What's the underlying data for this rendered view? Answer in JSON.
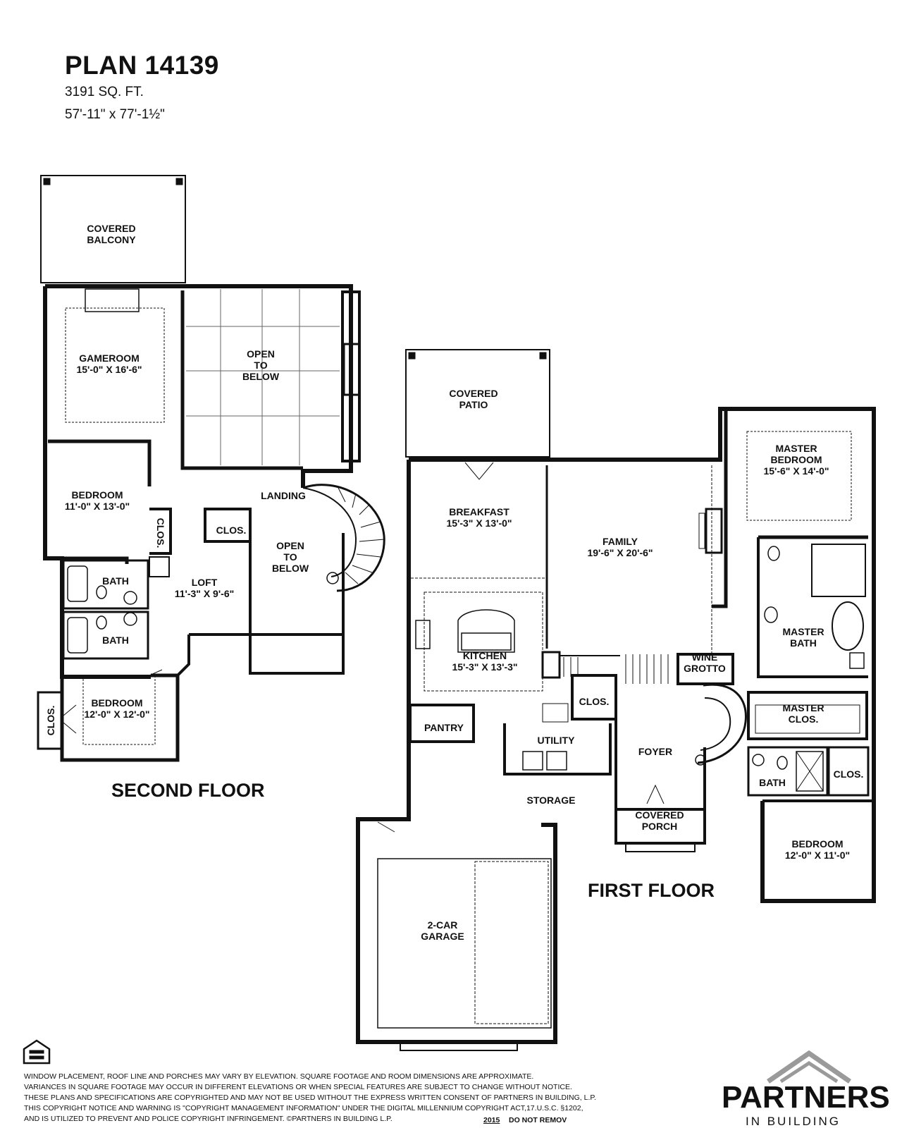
{
  "header": {
    "plan_title": "PLAN 14139",
    "square_feet": "3191 SQ. FT.",
    "dimensions": "57'-11\" x 77'-1½\""
  },
  "second_floor": {
    "label": "SECOND FLOOR",
    "rooms": [
      {
        "id": "covered-balcony",
        "lines": [
          "COVERED",
          "BALCONY"
        ]
      },
      {
        "id": "gameroom",
        "lines": [
          "GAMEROOM",
          "15'-0\" X 16'-6\""
        ]
      },
      {
        "id": "open-to-below-1",
        "lines": [
          "OPEN",
          "TO",
          "BELOW"
        ]
      },
      {
        "id": "bedroom-2f-1",
        "lines": [
          "BEDROOM",
          "11'-0\" X 13'-0\""
        ]
      },
      {
        "id": "landing",
        "lines": [
          "LANDING"
        ]
      },
      {
        "id": "clos-2f-1",
        "lines": [
          "CLOS."
        ]
      },
      {
        "id": "clos-2f-2",
        "lines": [
          "CLOS."
        ]
      },
      {
        "id": "open-to-below-2",
        "lines": [
          "OPEN",
          "TO",
          "BELOW"
        ]
      },
      {
        "id": "bath-2f-1",
        "lines": [
          "BATH"
        ]
      },
      {
        "id": "loft",
        "lines": [
          "LOFT",
          "11'-3\" X 9'-6\""
        ]
      },
      {
        "id": "bath-2f-2",
        "lines": [
          "BATH"
        ]
      },
      {
        "id": "bedroom-2f-2",
        "lines": [
          "BEDROOM",
          "12'-0\" X 12'-0\""
        ]
      },
      {
        "id": "clos-2f-3",
        "lines": [
          "CLOS."
        ]
      }
    ]
  },
  "first_floor": {
    "label": "FIRST FLOOR",
    "rooms": [
      {
        "id": "covered-patio",
        "lines": [
          "COVERED",
          "PATIO"
        ]
      },
      {
        "id": "master-bedroom",
        "lines": [
          "MASTER",
          "BEDROOM",
          "15'-6\" X 14'-0\""
        ]
      },
      {
        "id": "breakfast",
        "lines": [
          "BREAKFAST",
          "15'-3\" X 13'-0\""
        ]
      },
      {
        "id": "family",
        "lines": [
          "FAMILY",
          "19'-6\" X 20'-6\""
        ]
      },
      {
        "id": "master-bath",
        "lines": [
          "MASTER",
          "BATH"
        ]
      },
      {
        "id": "kitchen",
        "lines": [
          "KITCHEN",
          "15'-3\" X 13'-3\""
        ]
      },
      {
        "id": "wine-grotto",
        "lines": [
          "WINE",
          "GROTTO"
        ]
      },
      {
        "id": "clos-1f-1",
        "lines": [
          "CLOS."
        ]
      },
      {
        "id": "master-clos",
        "lines": [
          "MASTER",
          "CLOS."
        ]
      },
      {
        "id": "pantry",
        "lines": [
          "PANTRY"
        ]
      },
      {
        "id": "utility",
        "lines": [
          "UTILITY"
        ]
      },
      {
        "id": "foyer",
        "lines": [
          "FOYER"
        ]
      },
      {
        "id": "bath-1f",
        "lines": [
          "BATH"
        ]
      },
      {
        "id": "clos-1f-2",
        "lines": [
          "CLOS."
        ]
      },
      {
        "id": "storage",
        "lines": [
          "STORAGE"
        ]
      },
      {
        "id": "covered-porch",
        "lines": [
          "COVERED",
          "PORCH"
        ]
      },
      {
        "id": "bedroom-1f",
        "lines": [
          "BEDROOM",
          "12'-0\" X 11'-0\""
        ]
      },
      {
        "id": "garage",
        "lines": [
          "2-CAR",
          "GARAGE"
        ]
      }
    ]
  },
  "disclaimer": [
    "WINDOW PLACEMENT, ROOF LINE AND PORCHES MAY VARY BY ELEVATION.  SQUARE FOOTAGE AND ROOM DIMENSIONS ARE APPROXIMATE.",
    "VARIANCES IN SQUARE FOOTAGE MAY OCCUR IN DIFFERENT ELEVATIONS OR WHEN SPECIAL FEATURES ARE SUBJECT TO CHANGE WITHOUT NOTICE.",
    "THESE PLANS AND SPECIFICATIONS ARE COPYRIGHTED AND MAY NOT BE USED WITHOUT THE EXPRESS WRITTEN CONSENT OF PARTNERS IN BUILDING, L.P.",
    "THIS COPYRIGHT NOTICE AND WARNING IS \"COPYRIGHT MANAGEMENT INFORMATION\" UNDER THE DIGITAL MILLENNIUM COPYRIGHT ACT,17.U.S.C.        §1202,",
    "AND IS UTILIZED TO PREVENT AND POLICE COPYRIGHT INFRINGEMENT.  ©PARTNERS IN BUILDING L.P."
  ],
  "footer_note": {
    "year": "2015",
    "text": "DO NOT REMOV"
  },
  "logo": {
    "name": "PARTNERS",
    "subtitle": "IN BUILDING"
  },
  "icons": [
    "equal-housing-opportunity-icon"
  ],
  "colors": {
    "ink": "#111111",
    "logo_gray": "#9a9a9a"
  }
}
